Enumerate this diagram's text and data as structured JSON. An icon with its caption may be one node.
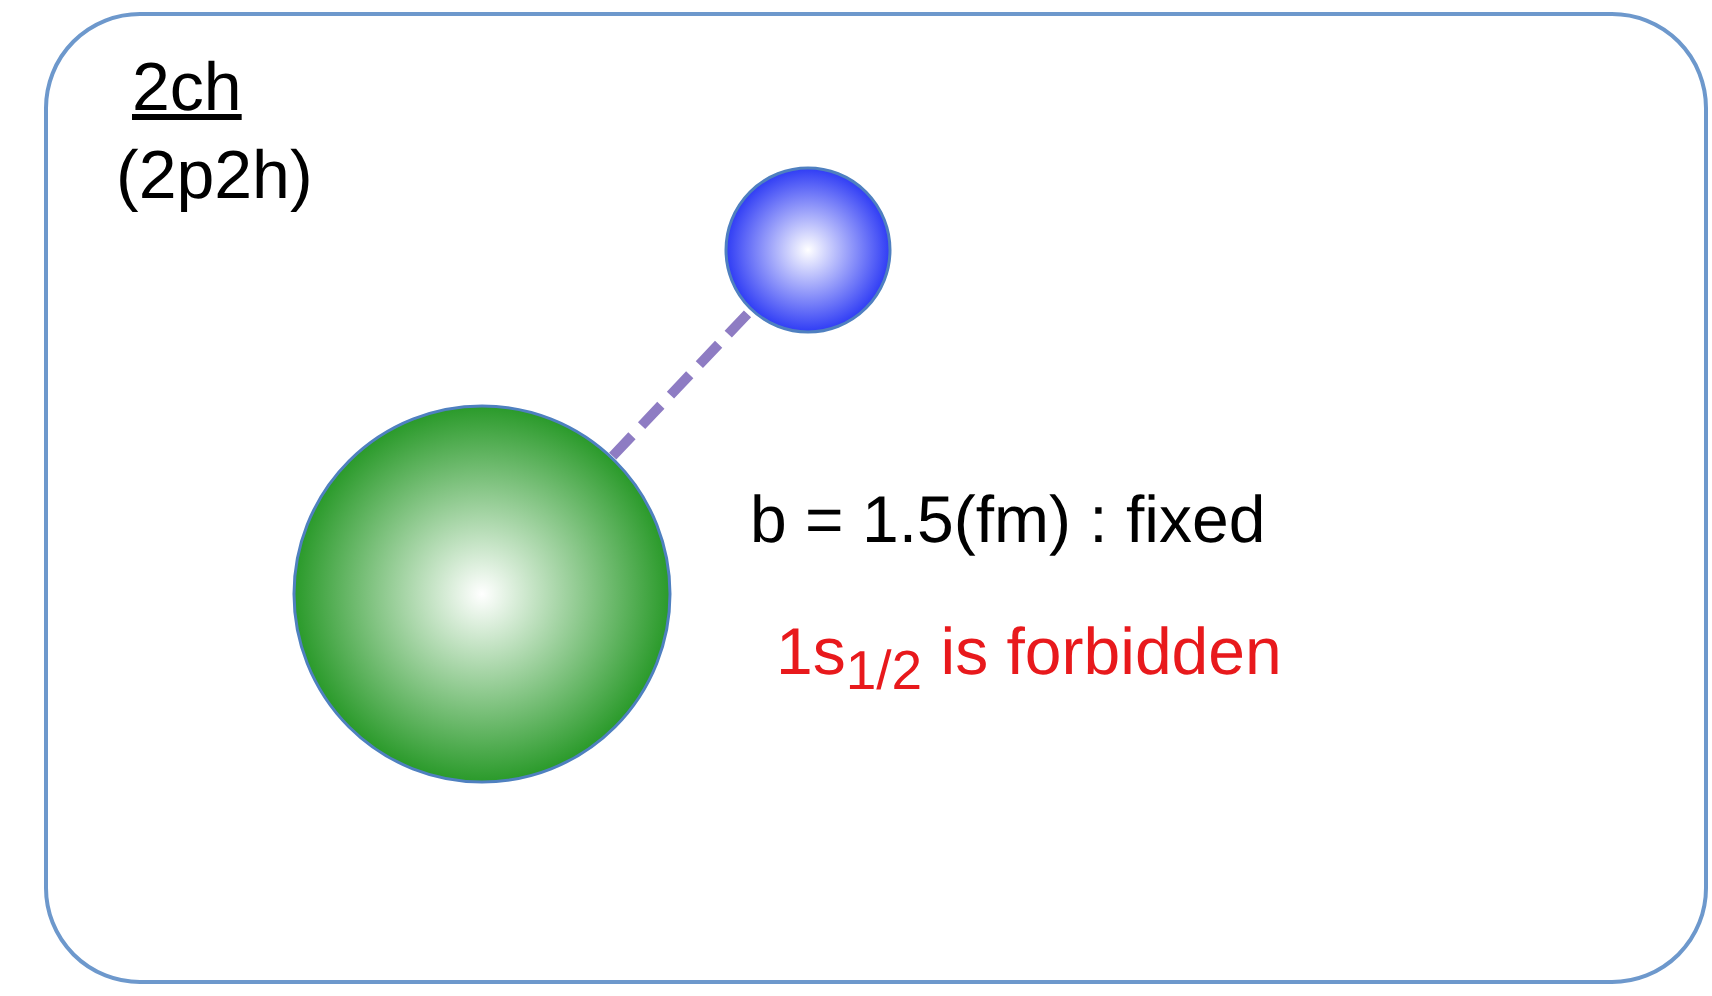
{
  "diagram": {
    "nodes": [
      {
        "text": [
          "2ch",
          "(2p2h)",
          "b = 1.5(fm) : fixed",
          "1s$_{1/2}$ is forbidden"
        ]
      },
      {
        "text": [],
        "shape": "circle",
        "in": 0
      },
      {
        "text": [],
        "shape": "circle",
        "in": 0
      }
    ],
    "edges": [
      {
        "from": 2,
        "to": 1,
        "arrow": "none",
        "style": "dashed",
        "color": "#8e7cc3"
      }
    ]
  }
}
